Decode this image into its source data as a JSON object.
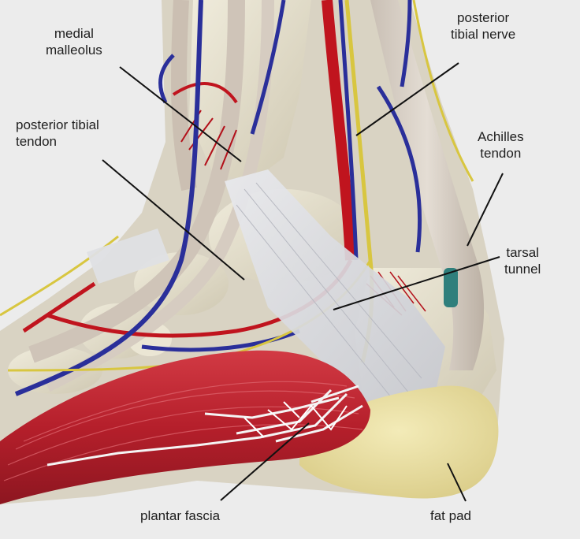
{
  "labels": {
    "medial_malleolus": [
      "medial",
      "malleolus"
    ],
    "posterior_tibial_nerve": [
      "posterior",
      "tibial nerve"
    ],
    "posterior_tibial_tendon": [
      "posterior tibial",
      "tendon"
    ],
    "achilles_tendon": [
      "Achilles",
      "tendon"
    ],
    "tarsal_tunnel": [
      "tarsal",
      "tunnel"
    ],
    "plantar_fascia": "plantar fascia",
    "fat_pad": "fat pad"
  },
  "colors": {
    "background": "#ececec",
    "muscle": "#b8212d",
    "artery": "#c0141e",
    "vein": "#2a2f9a",
    "nerve": "#d8c640",
    "tendon": "#d8cfc6",
    "bone": "#e6e1cf",
    "fascia": "#f2f2f2",
    "fat_pad": "#ece1a2",
    "retinaculum": "#dcdde2",
    "leader_line": "#111111",
    "label_text": "#1e1e1e"
  }
}
